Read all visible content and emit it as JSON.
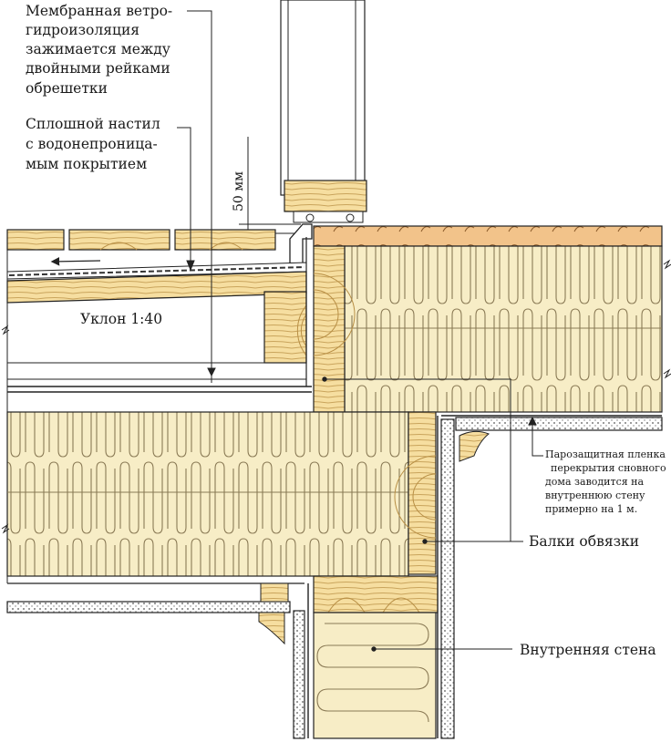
{
  "labels": {
    "membrane": [
      "Мембранная ветро-",
      "гидроизоляция",
      "зажимается между",
      "двойными рейками",
      "обрешетки"
    ],
    "decking": [
      "Сплошной настил",
      "с водонепроница-",
      "мым покрытием"
    ],
    "dimension": "50 мм",
    "slope": "Уклон 1:40",
    "vapor": [
      "Парозащитная пленка",
      "перекрытия  сновного",
      "дома заводится на",
      "внутреннюю стену",
      "примерно на 1 м."
    ],
    "beams": "Балки обвязки",
    "inner_wall": "Внутренняя стена"
  },
  "colors": {
    "wood": "#f6deA0",
    "wood_line": "#b88f45",
    "insulation": "#f7edc6",
    "insulation_line": "#8a7a55",
    "sheathing": "#f2c38a",
    "stroke": "#222222"
  }
}
